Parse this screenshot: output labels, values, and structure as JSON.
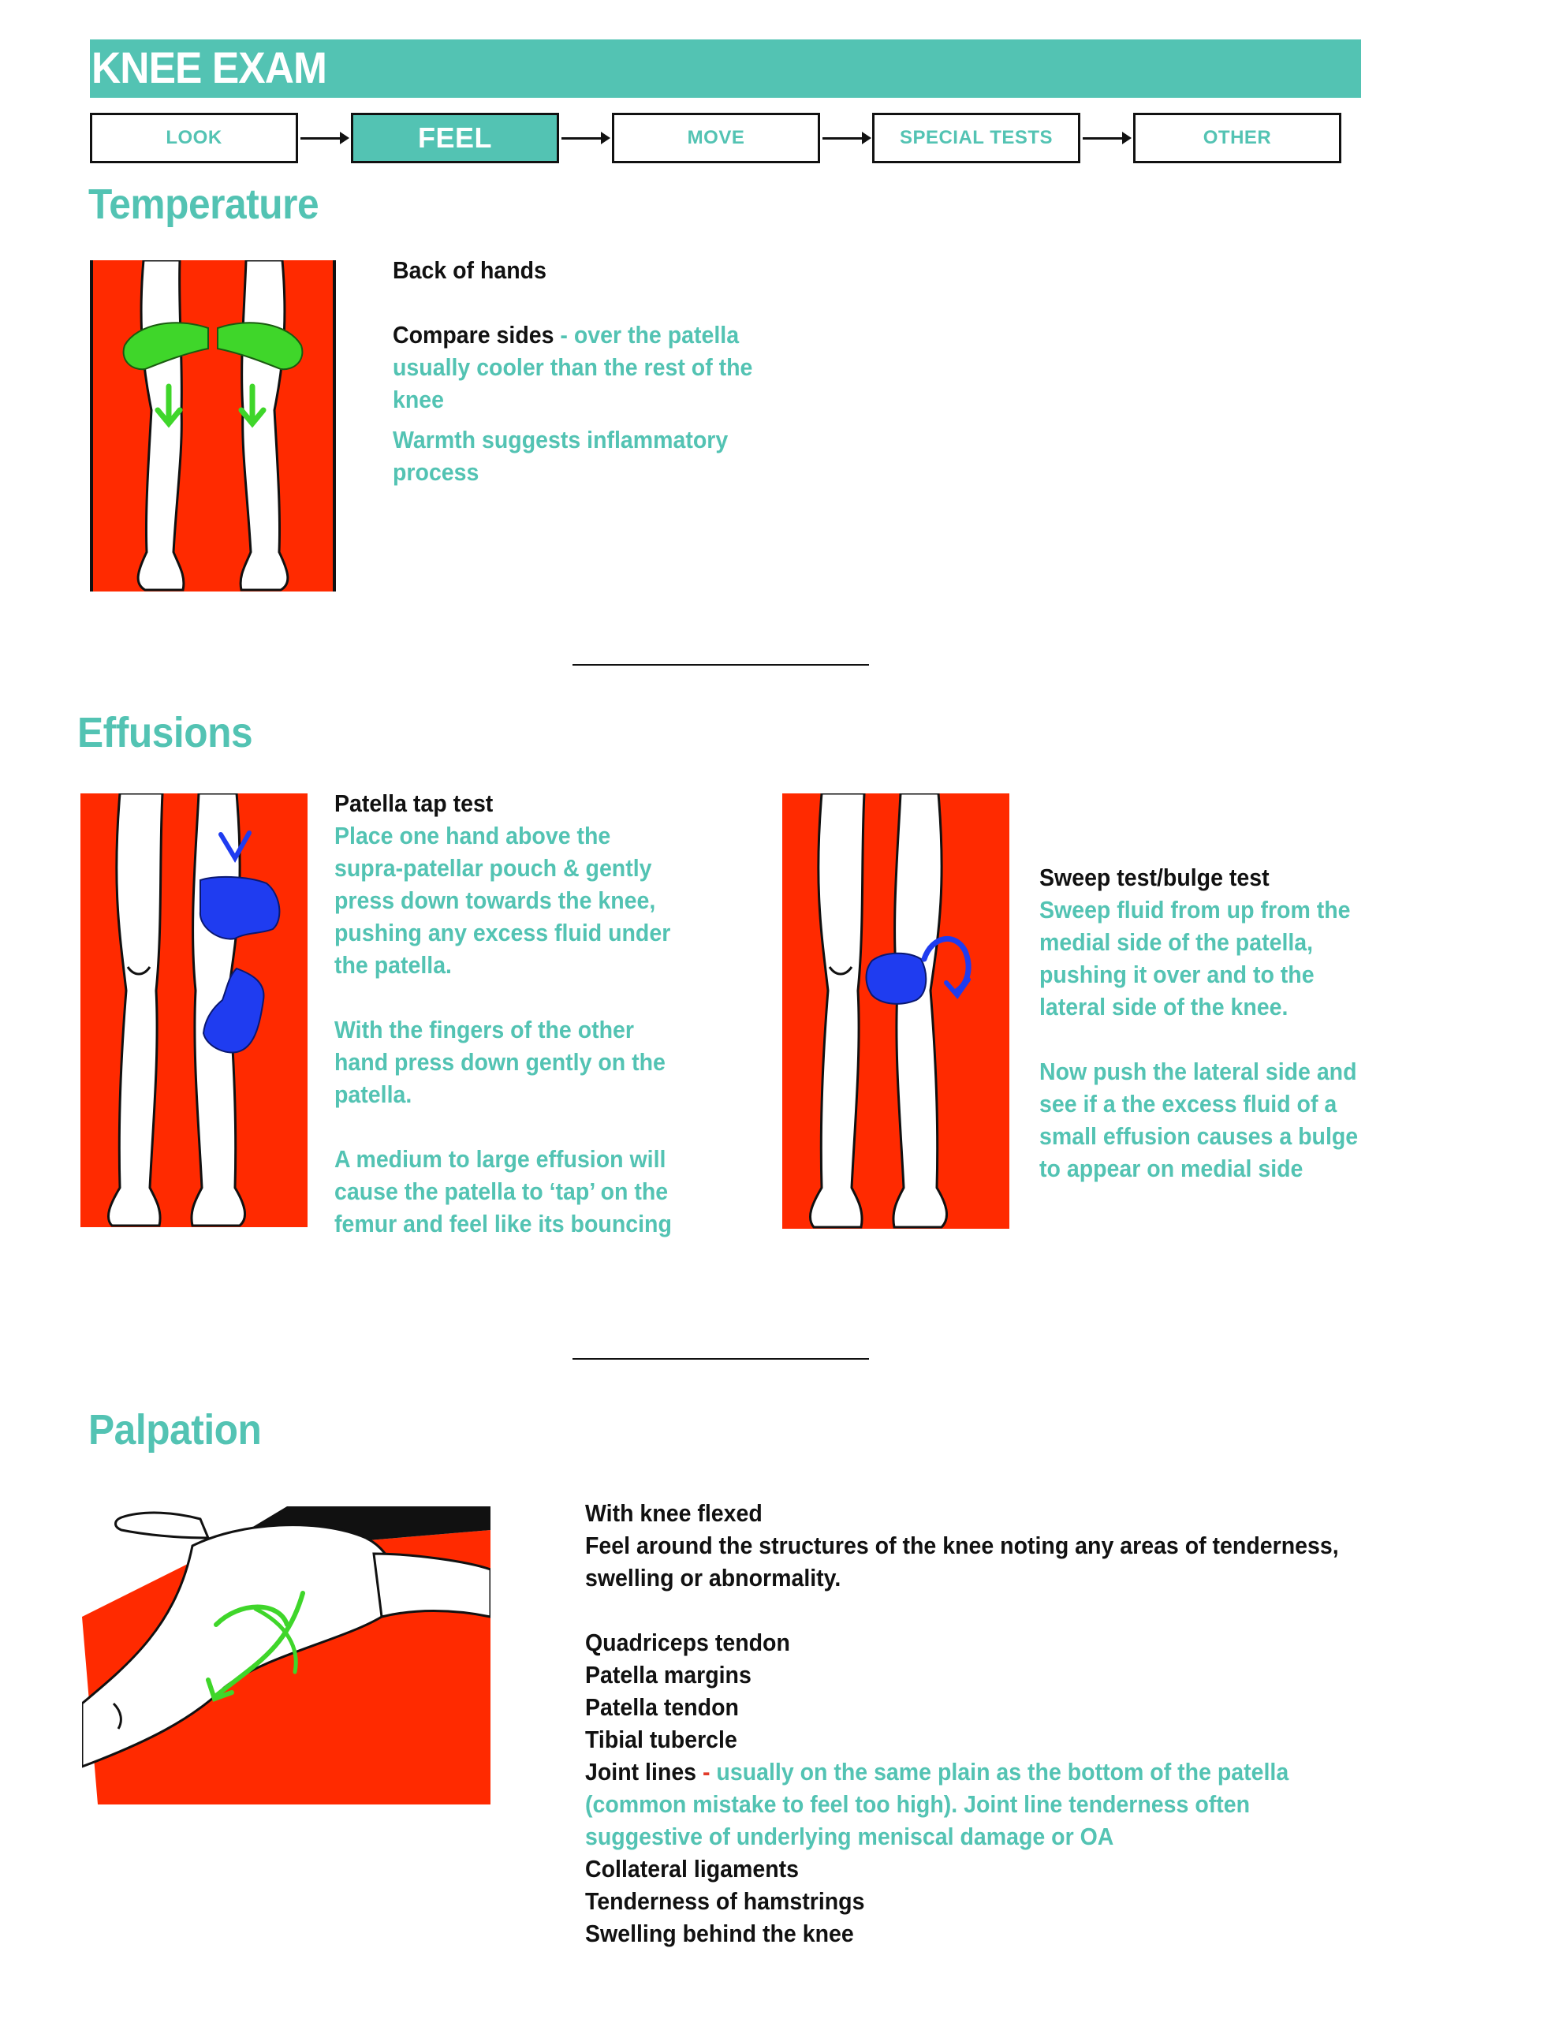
{
  "header": {
    "title": "KNEE EXAM"
  },
  "steps": [
    {
      "label": "LOOK",
      "active": false
    },
    {
      "label": "FEEL",
      "active": true
    },
    {
      "label": "MOVE",
      "active": false
    },
    {
      "label": "SPECIAL TESTS",
      "active": false
    },
    {
      "label": "OTHER",
      "active": false
    }
  ],
  "temperature": {
    "heading": "Temperature",
    "line1": "Back of hands",
    "line2_black": "Compare sides",
    "line2_sep": " - ",
    "line2_teal": "over the patella usually cooler than the rest of the knee",
    "line3": "Warmth suggests inflammatory process"
  },
  "effusions": {
    "heading": "Effusions",
    "tap_title": "Patella tap test",
    "tap_p1": "Place one hand above the supra-patellar pouch & gently press down towards the knee, pushing any excess fluid under the patella.",
    "tap_p2": "With the fingers of the other hand press down gently on the patella.",
    "tap_p3": "A medium to large effusion will cause the patella to ‘tap’ on the femur and feel like its bouncing",
    "sweep_title": "Sweep test/bulge test",
    "sweep_p1": "Sweep fluid from up from the medial side of the patella, pushing it over and to the lateral side of the knee.",
    "sweep_p2": "Now push the lateral side and see if a the excess fluid of a small effusion causes a bulge to appear on medial side"
  },
  "palpation": {
    "heading": "Palpation",
    "intro_title": "With knee flexed",
    "intro_text": "Feel around the structures of the knee noting any areas of tenderness, swelling or abnormality.",
    "items_before": [
      "Quadriceps tendon",
      "Patella margins",
      "Patella tendon",
      "Tibial tubercle"
    ],
    "joint_lines_label": "Joint lines",
    "joint_lines_sep": " - ",
    "joint_lines_note": "usually on the same plain as the bottom of the patella (common mistake to feel too high). Joint line tenderness often suggestive of underlying meniscal damage or OA",
    "items_after": [
      "Collateral ligaments",
      "Tenderness of hamstrings",
      "Swelling behind the knee"
    ]
  },
  "colors": {
    "accent": "#53c3b3",
    "illustration_bg": "#ff2a00",
    "hand_green": "#3fd62a",
    "hand_blue": "#1f3cf0",
    "separator_red": "#e23b2a"
  },
  "icons": [
    "legs-green-hands-illustration",
    "patella-tap-illustration",
    "sweep-test-illustration",
    "flexed-knee-palpation-illustration"
  ]
}
